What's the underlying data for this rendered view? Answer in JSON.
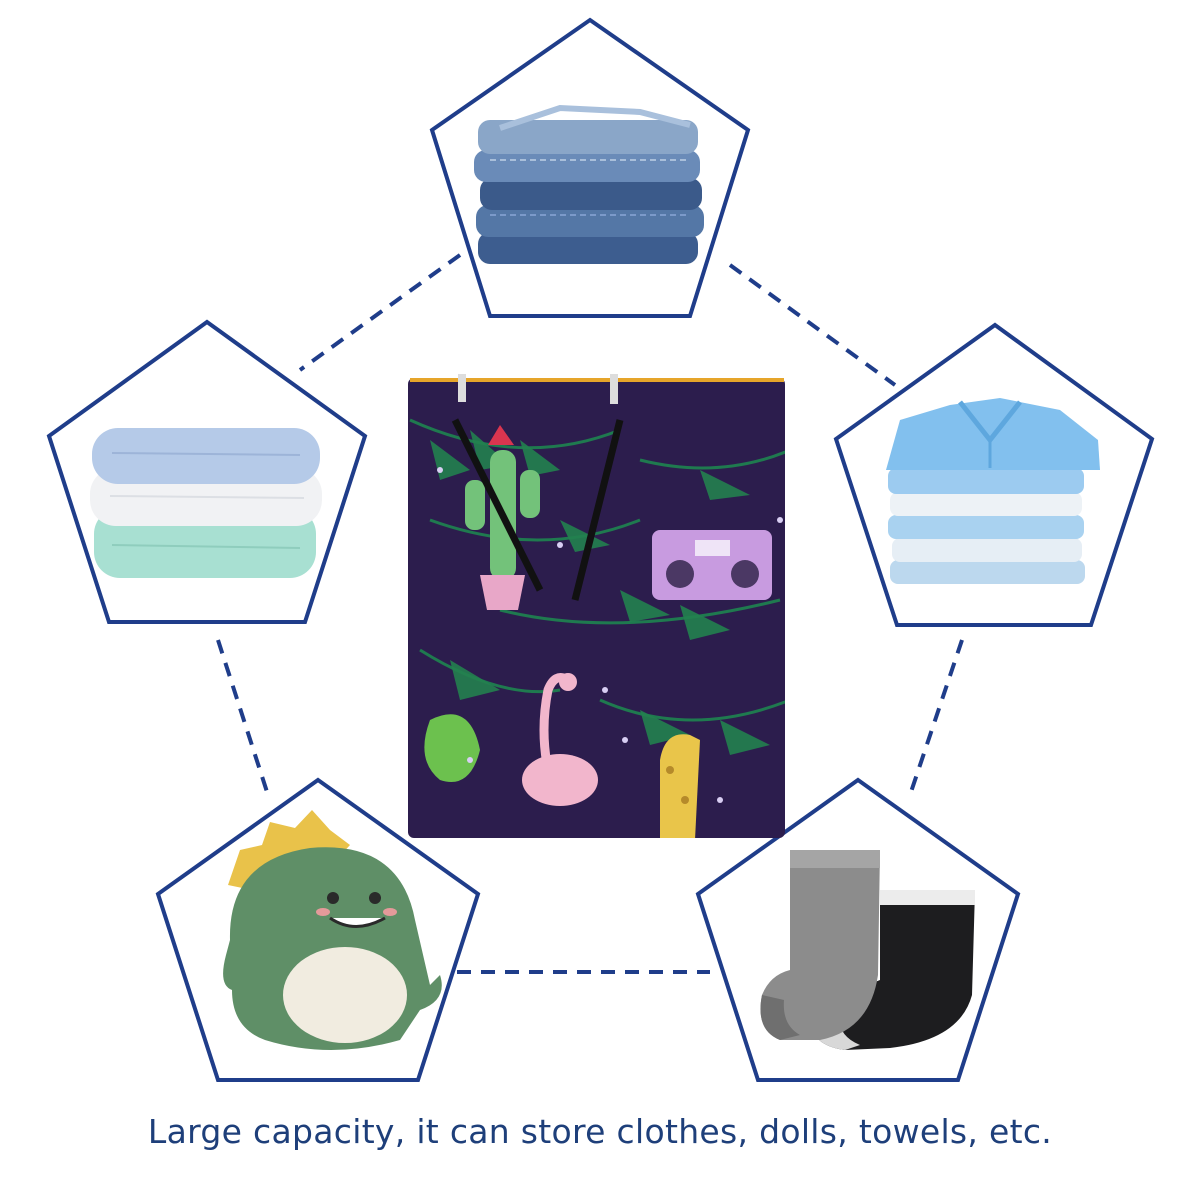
{
  "colors": {
    "frame": "#1f3d8a",
    "caption": "#1e3f7a",
    "basket_background": "#2c1d4d",
    "leaf": "#1f7a4f"
  },
  "items": [
    {
      "name": "folded-jeans",
      "icon": "jeans-stack-icon"
    },
    {
      "name": "folded-shirts",
      "icon": "shirt-stack-icon"
    },
    {
      "name": "socks",
      "icon": "socks-icon"
    },
    {
      "name": "plush-dinosaur",
      "icon": "dinosaur-plush-icon"
    },
    {
      "name": "folded-towels",
      "icon": "towel-stack-icon"
    }
  ],
  "product": {
    "name": "laundry-basket",
    "pattern": "tropical leaves, cactus, flamingo, giraffe, boombox"
  },
  "caption": "Large capacity, it can store clothes, dolls, towels, etc."
}
